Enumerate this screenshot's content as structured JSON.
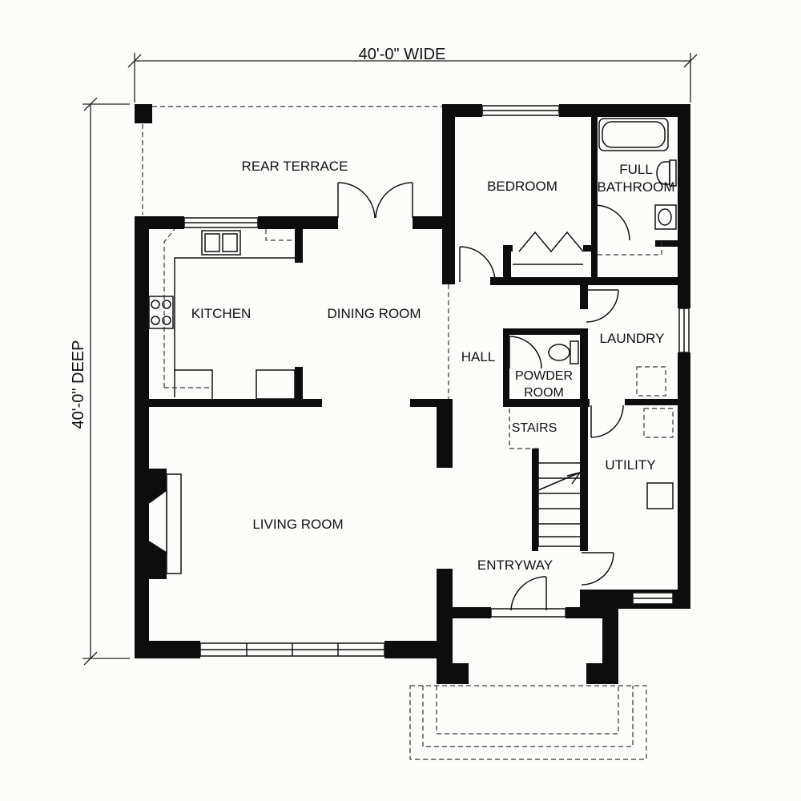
{
  "dimensions": {
    "width_label": "40'-0\" WIDE",
    "depth_label": "40'-0\" DEEP"
  },
  "rooms": {
    "rear_terrace": "REAR TERRACE",
    "bedroom": "BEDROOM",
    "full_bathroom_line1": "FULL",
    "full_bathroom_line2": "BATHROOM",
    "kitchen": "KITCHEN",
    "dining_room": "DINING ROOM",
    "hall": "HALL",
    "laundry": "LAUNDRY",
    "powder_room_line1": "POWDER",
    "powder_room_line2": "ROOM",
    "stairs": "STAIRS",
    "utility": "UTILITY",
    "living_room": "LIVING ROOM",
    "entryway": "ENTRYWAY"
  }
}
